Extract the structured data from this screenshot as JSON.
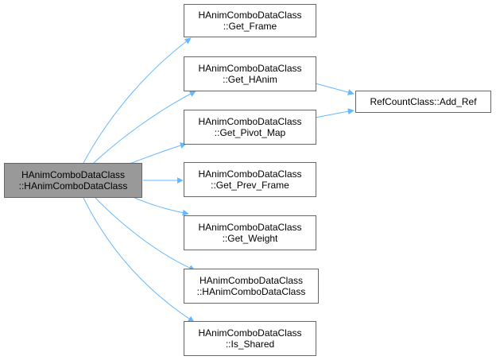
{
  "nodes": {
    "root": {
      "line1": "HAnimComboDataClass",
      "line2": "::HAnimComboDataClass"
    },
    "get_frame": {
      "line1": "HAnimComboDataClass",
      "line2": "::Get_Frame"
    },
    "get_hanim": {
      "line1": "HAnimComboDataClass",
      "line2": "::Get_HAnim"
    },
    "get_pivot": {
      "line1": "HAnimComboDataClass",
      "line2": "::Get_Pivot_Map"
    },
    "get_prev": {
      "line1": "HAnimComboDataClass",
      "line2": "::Get_Prev_Frame"
    },
    "get_weight": {
      "line1": "HAnimComboDataClass",
      "line2": "::Get_Weight"
    },
    "ctor": {
      "line1": "HAnimComboDataClass",
      "line2": "::HAnimComboDataClass"
    },
    "is_shared": {
      "line1": "HAnimComboDataClass",
      "line2": "::Is_Shared"
    },
    "add_ref": {
      "line1": "RefCountClass::Add_Ref"
    }
  },
  "colors": {
    "edge": "#63b8ff",
    "root_fill": "#999999",
    "border": "#666666"
  }
}
